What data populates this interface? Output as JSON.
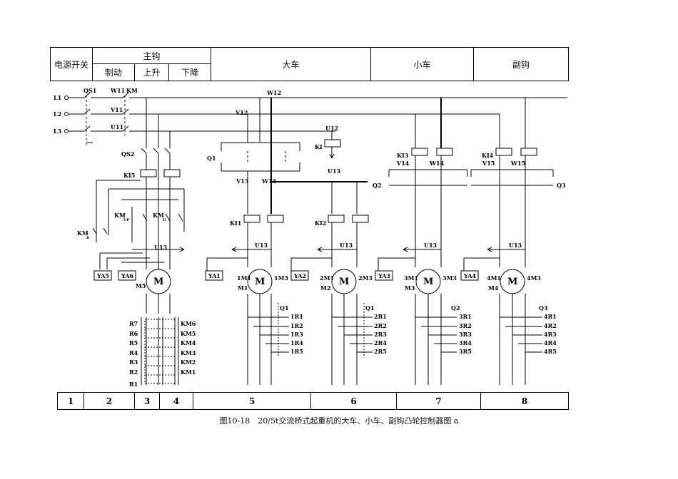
{
  "header": {
    "power_switch": "电源开关",
    "main_hook": "主钩",
    "brake": "制动",
    "raise": "上升",
    "lower": "下降",
    "cart": "大车",
    "trolley": "小车",
    "aux_hook": "副钩"
  },
  "zones": [
    "1",
    "2",
    "3",
    "4",
    "5",
    "6",
    "7",
    "8"
  ],
  "caption": "图10-18　20/5t交流桥式起重机的大车、小车、副钩凸轮控制器图 a",
  "labels": {
    "L1": "L1",
    "L2": "L2",
    "L3": "L3",
    "QS1": "QS1",
    "W11": "W11",
    "KM": "KM",
    "V11": "V11",
    "U11": "U11",
    "W12": "W12",
    "V12": "V12",
    "U12": "U12",
    "U13": "U13",
    "QS2": "QS2",
    "KI5": "KI5",
    "KM_UP": "KM",
    "UP": "UP",
    "KM_D": "KM",
    "D": "D",
    "KM_B": "KM",
    "B": "B",
    "Q1": "Q1",
    "V13": "V13",
    "W13": "W13",
    "KI": "KI",
    "KI1": "KI1",
    "KI2": "KI2",
    "KI3": "KI3",
    "KI4": "KI4",
    "V14": "V14",
    "W14": "W14",
    "V15": "V15",
    "W15": "W15",
    "Q2": "Q2",
    "Q3": "Q3",
    "YA1": "YA1",
    "YA2": "YA2",
    "YA3": "YA3",
    "YA4": "YA4",
    "YA5": "YA5",
    "YA6": "YA6",
    "M": "M",
    "M1": "M1",
    "M2": "M2",
    "M3": "M3",
    "M4": "M4",
    "M5": "M5",
    "1M1": "1M1",
    "1M3": "1M3",
    "2M1": "2M1",
    "2M3": "2M3",
    "3M1": "3M1",
    "3M3": "3M3",
    "4M1": "4M1",
    "4M3": "4M3",
    "one": "1",
    "R_left": [
      "R7",
      "R6",
      "R5",
      "R4",
      "R3",
      "R2",
      "R1"
    ],
    "KM_right": [
      "KM6",
      "KM5",
      "KM4",
      "KM3",
      "KM2",
      "KM1"
    ],
    "res1": [
      "1R1",
      "1R2",
      "1R3",
      "1R4",
      "1R5"
    ],
    "res2": [
      "2R1",
      "2R2",
      "2R3",
      "2R4",
      "2R5"
    ],
    "res3": [
      "3R1",
      "3R2",
      "3R3",
      "3R4",
      "3R5"
    ],
    "res4": [
      "4R1",
      "4R2",
      "4R3",
      "4R4",
      "4R5"
    ]
  }
}
